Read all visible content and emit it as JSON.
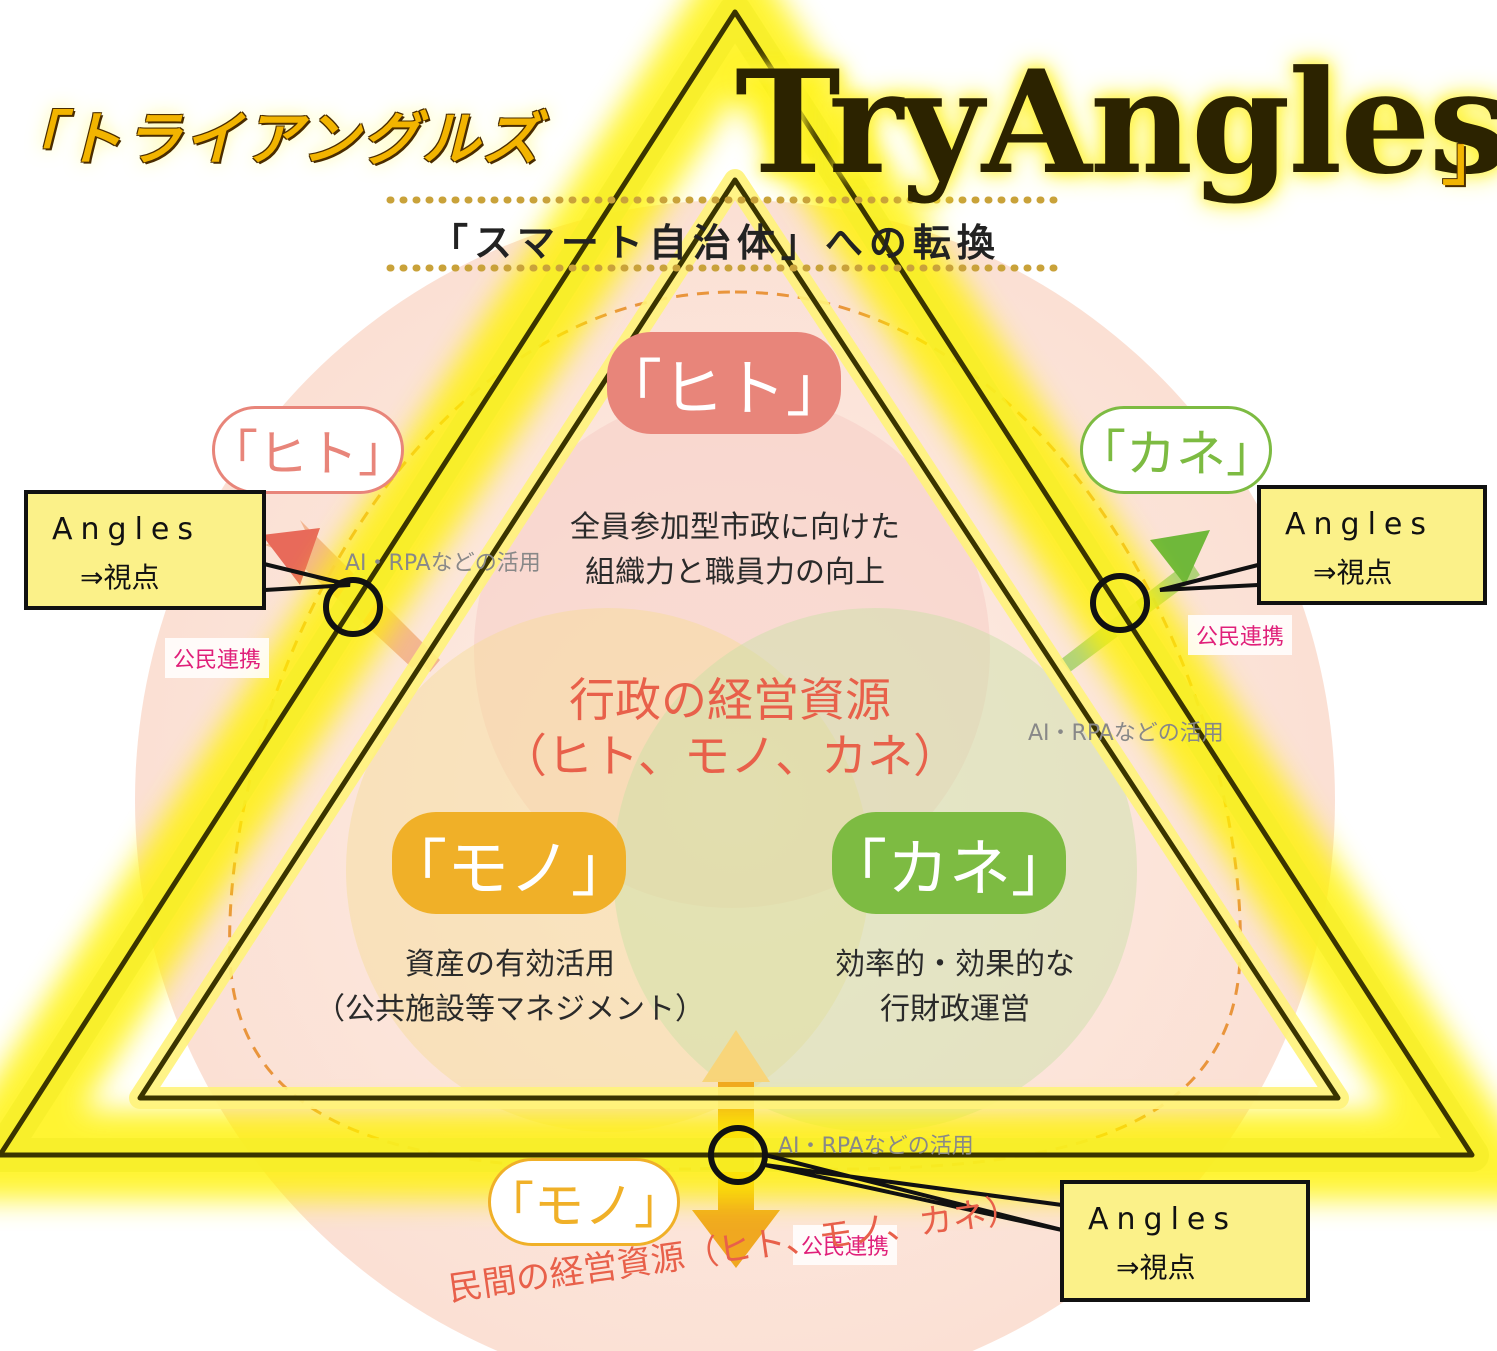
{
  "title": {
    "jp": "「トライアングルズ",
    "en": "TryAngles",
    "close": "」"
  },
  "subtitle": "「スマート自治体」への転換",
  "center": {
    "line1": "行政の経営資源",
    "line2": "（ヒト、モノ、カネ）"
  },
  "hito": {
    "label": "「ヒト」",
    "desc1": "全員参加型市政に向けた",
    "desc2": "組織力と職員力の向上"
  },
  "mono": {
    "label": "「モノ」",
    "desc1": "資産の有効活用",
    "desc2": "（公共施設等マネジメント）"
  },
  "kane": {
    "label": "「カネ」",
    "desc1": "効率的・効果的な",
    "desc2": "行財政運営"
  },
  "outer": {
    "hito": "「ヒト」",
    "kane": "「カネ」",
    "mono": "「モノ」",
    "arc": "民間の経営資源（ヒト、モノ、カネ）"
  },
  "labels": {
    "ai": "AI・RPAなどの活用",
    "koumin": "公民連携"
  },
  "callouts": [
    {
      "en": "Angles",
      "jp": "⇒視点"
    },
    {
      "en": "Angles",
      "jp": "⇒視点"
    },
    {
      "en": "Angles",
      "jp": "⇒視点"
    }
  ],
  "colors": {
    "hito": "#e8857a",
    "mono": "#f0b028",
    "kane": "#7dbb42",
    "triangle_glow": "#fff200",
    "center_text": "#e8604a",
    "koumin_text": "#e0207a"
  }
}
